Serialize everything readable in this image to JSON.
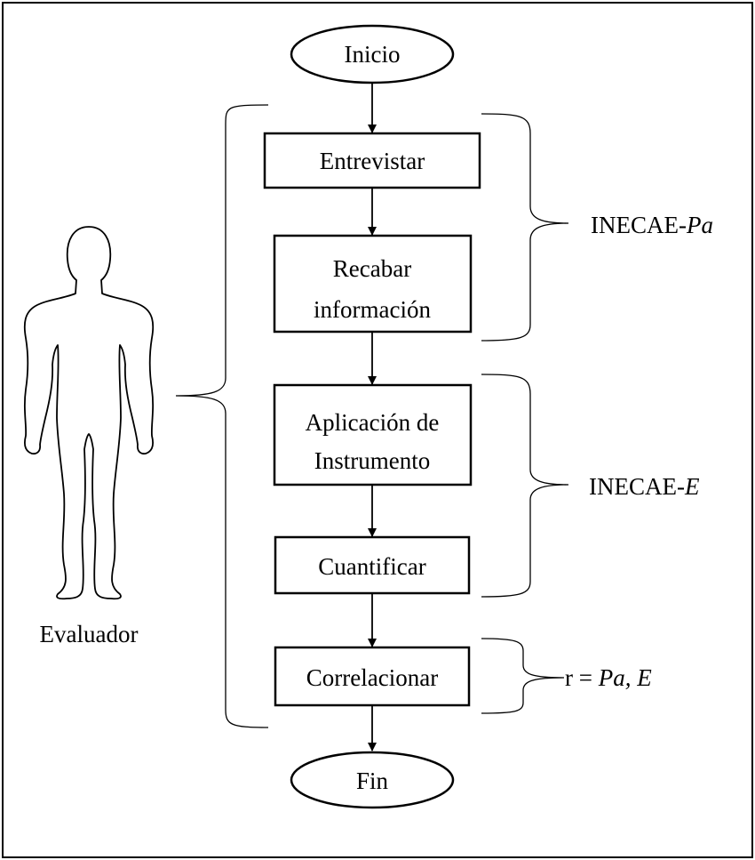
{
  "flowchart": {
    "start": "Inicio",
    "steps": {
      "entrevistar": "Entrevistar",
      "recabar_1": "Recabar",
      "recabar_2": "información",
      "aplicacion_1": "Aplicación de",
      "aplicacion_2": "Instrumento",
      "cuantificar": "Cuantificar",
      "correlacionar": "Correlacionar"
    },
    "end": "Fin"
  },
  "actor": {
    "label": "Evaluador"
  },
  "groups": {
    "pa": {
      "prefix": "INECAE-",
      "italic": "Pa"
    },
    "e": {
      "prefix": "INECAE-",
      "italic": "E"
    },
    "r": {
      "prefix": "r = ",
      "italic": "Pa, E"
    }
  }
}
